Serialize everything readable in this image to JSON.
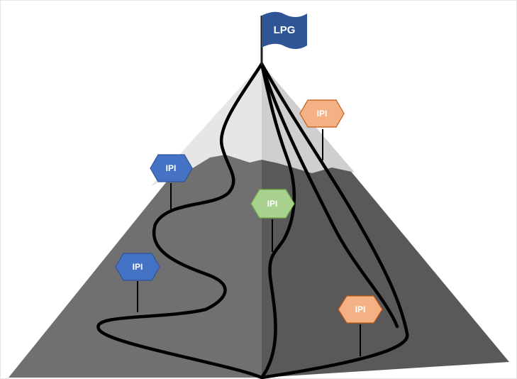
{
  "summit_flag": {
    "label": "LPG",
    "color": "#2f5597"
  },
  "milestones": [
    {
      "id": "blue-upper",
      "label": "IPI",
      "color": "#4472c4",
      "border": "#2f5597"
    },
    {
      "id": "blue-lower",
      "label": "IPI",
      "color": "#4472c4",
      "border": "#2f5597"
    },
    {
      "id": "green-middle",
      "label": "IPI",
      "color": "#a9d18e",
      "border": "#70ad47"
    },
    {
      "id": "orange-upper",
      "label": "IPI",
      "color": "#f4b183",
      "border": "#c55a11"
    },
    {
      "id": "orange-lower",
      "label": "IPI",
      "color": "#f4b183",
      "border": "#c55a11"
    }
  ],
  "colors": {
    "mountain_light_face": "#707070",
    "mountain_dark_face": "#595959",
    "snow_light": "#e7e6e6",
    "snow_shade": "#d0cece",
    "path_stroke": "#000000",
    "sign_pole": "#000000"
  },
  "paths": [
    "path-1",
    "path-2",
    "path-3",
    "path-4"
  ]
}
